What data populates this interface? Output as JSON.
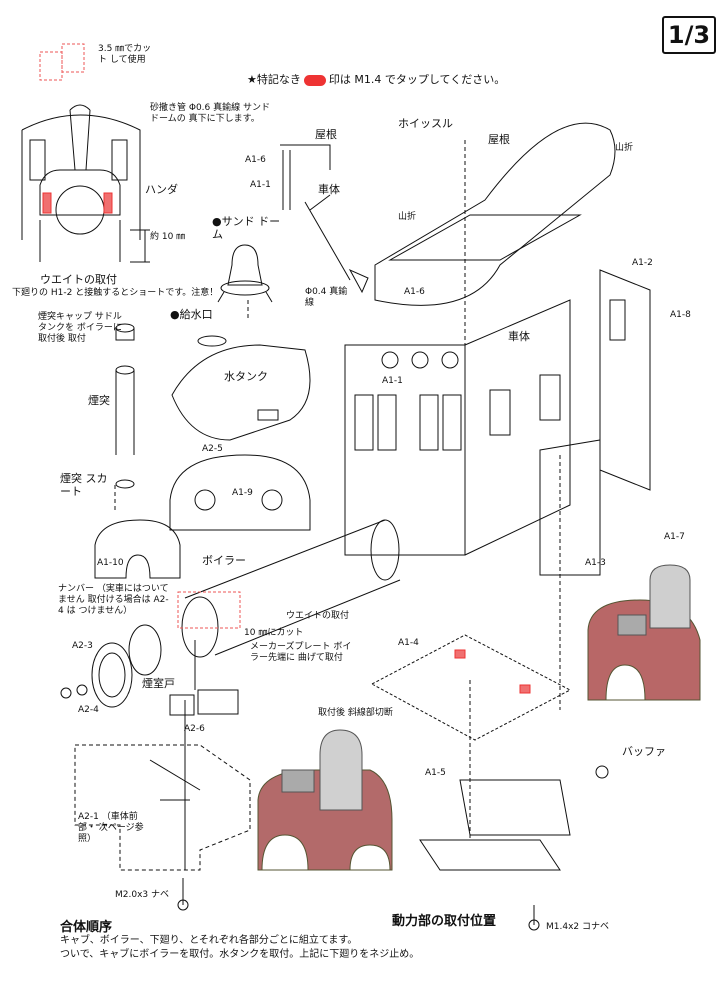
{
  "page_number": "1/3",
  "note_top": {
    "prefix": "★特記なき",
    "suffix": "印は M1.4 でタップしてください。"
  },
  "cab_detail": {
    "cut_note": "3.5 ㎜でカット して使用",
    "sand_pipe": "砂撒き管 Φ0.6 真鍮線 サンドドームの 真下に下します。",
    "solder": "ハンダ",
    "approx": "約 10 ㎜",
    "weight_mount": "ウエイトの取付",
    "weight_warn": "下廻りの H1-2 と接触するとショートです。注意！"
  },
  "roof_detail": {
    "roof": "屋根",
    "a16": "A1-6",
    "a11": "A1-1",
    "body": "車体"
  },
  "labels": {
    "sand_dome": "●サンド ドーム",
    "water_inlet": "●給水口",
    "water_tank": "水タンク",
    "chimney_cap": "煙突キャップ サドルタンクを ボイラーに取付後 取付",
    "chimney": "煙突",
    "chimney_skirt": "煙突 スカート",
    "a25": "A2-5",
    "a19": "A1-9",
    "a110": "A1-10",
    "boiler": "ボイラー",
    "number": "ナンバー （実車にはついてません 取付ける場合は A2-4 は つけません）",
    "a23": "A2-3",
    "a24": "A2-4",
    "smokebox_door": "煙室戸",
    "a26": "A2-6",
    "a21": "A2-1 （車体前部・ 次ページ参照）",
    "m20": "M2.0x3 ナベ",
    "weight2": "ウエイトの取付",
    "cut10": "10 ㎜にカット",
    "maker_plate": "メーカーズプレート ボイラー先端に 曲げて取付",
    "phi04": "Φ0.4 真鍮線",
    "whistle": "ホイッスル",
    "roof": "屋根",
    "mountain_fold": "山折",
    "a16b": "A1-6",
    "body2": "車体",
    "a11b": "A1-1",
    "a12": "A1-2",
    "a18": "A1-8",
    "a17": "A1-7",
    "a13": "A1-3",
    "a14": "A1-4",
    "after_mount": "取付後 斜線部切断",
    "a15": "A1-5",
    "buffer": "バッファ",
    "m14": "M1.4x2 コナベ",
    "sanori": "山折"
  },
  "photo_caption": "動力部の取付位置",
  "assembly": {
    "title": "合体順序",
    "line1": "キャブ、ボイラー、下廻り、とそれぞれ各部分ごとに組立てます。",
    "line2": "ついで、キャブにボイラーを取付。水タンクを取付。上記に下廻りをネジ止め。"
  }
}
